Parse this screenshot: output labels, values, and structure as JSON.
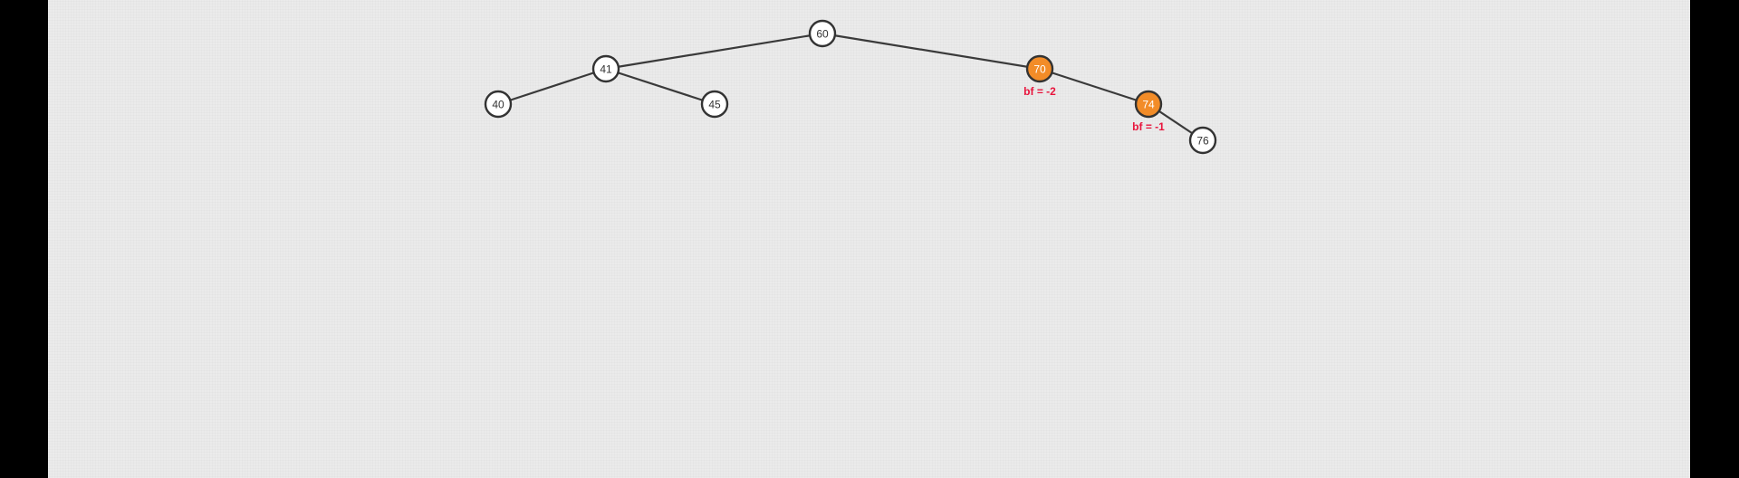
{
  "diagram": {
    "colors": {
      "background": "#ebebeb",
      "frame": "#000000",
      "node_fill": "#ffffff",
      "node_stroke": "#333333",
      "node_text": "#333333",
      "highlight_fill": "#f28c28",
      "highlight_text": "#ffffff",
      "bf_text": "#e8143c",
      "edge": "#3a3a3a"
    },
    "nodes": [
      {
        "id": "n60",
        "label": "60",
        "highlighted": false
      },
      {
        "id": "n41",
        "label": "41",
        "highlighted": false
      },
      {
        "id": "n40",
        "label": "40",
        "highlighted": false
      },
      {
        "id": "n45",
        "label": "45",
        "highlighted": false
      },
      {
        "id": "n70",
        "label": "70",
        "highlighted": true,
        "bf": "bf = -2"
      },
      {
        "id": "n74",
        "label": "74",
        "highlighted": true,
        "bf": "bf = -1"
      },
      {
        "id": "n76",
        "label": "76",
        "highlighted": false
      }
    ],
    "edges": [
      {
        "from": "n60",
        "to": "n41"
      },
      {
        "from": "n60",
        "to": "n70"
      },
      {
        "from": "n41",
        "to": "n40"
      },
      {
        "from": "n41",
        "to": "n45"
      },
      {
        "from": "n70",
        "to": "n74"
      },
      {
        "from": "n74",
        "to": "n76"
      }
    ]
  }
}
